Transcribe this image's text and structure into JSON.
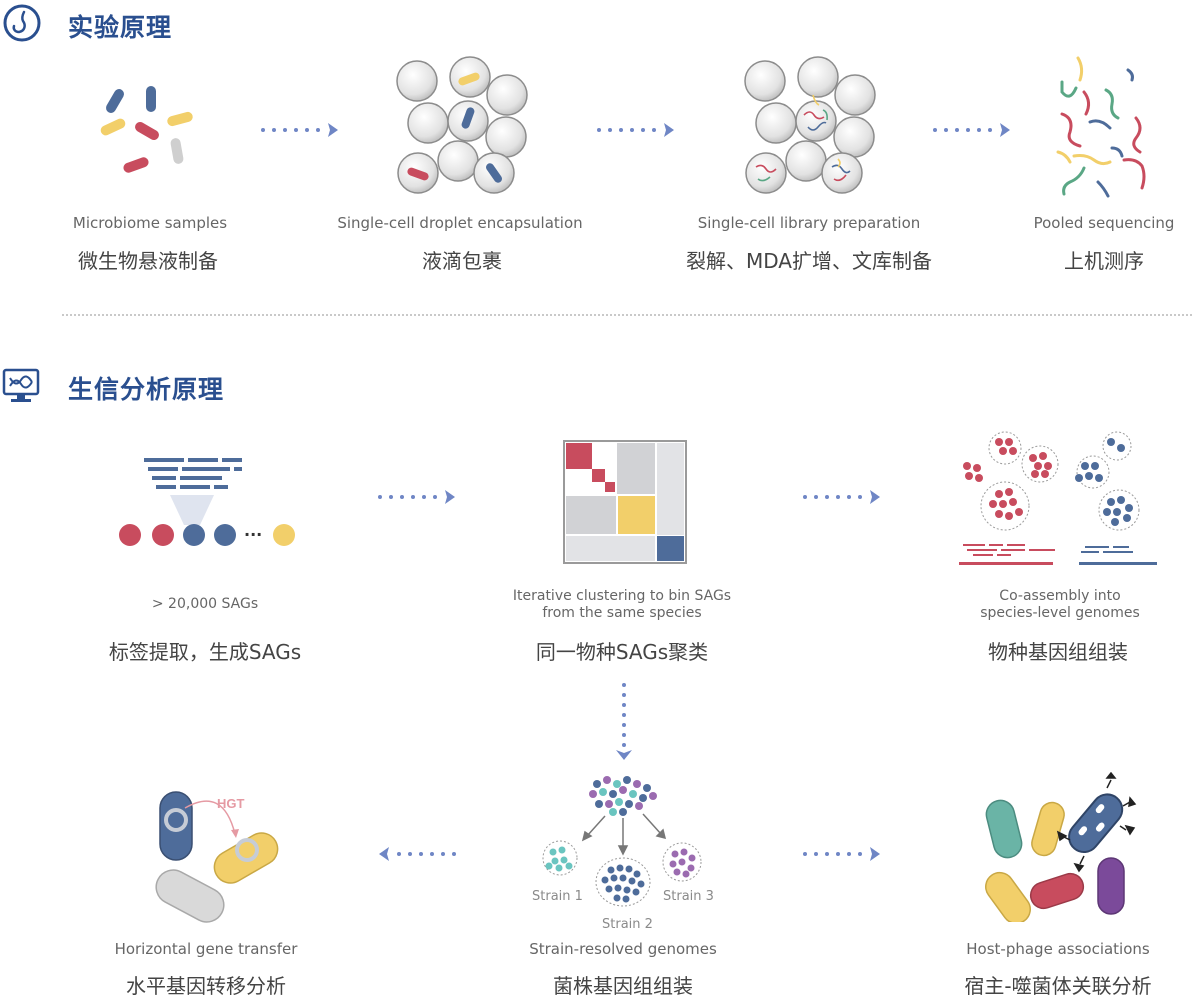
{
  "sections": {
    "experiment_title": "实验原理",
    "bioinfo_title": "生信分析原理"
  },
  "icons": {
    "experiment": "flask-circle-icon",
    "bioinfo": "dna-monitor-icon"
  },
  "colors": {
    "title_blue": "#2a4f8f",
    "arrow_blue": "#6f86c5",
    "red": "#c84c5e",
    "blue": "#4e6c9a",
    "yellow": "#f2cf6a",
    "gray": "#cfcfcf"
  },
  "experiment_steps": [
    {
      "en": "Microbiome samples",
      "zh": "微生物悬液制备"
    },
    {
      "en": "Single-cell droplet encapsulation",
      "zh": "液滴包裹"
    },
    {
      "en": "Single-cell library preparation",
      "zh": "裂解、MDA扩增、文库制备"
    },
    {
      "en": "Pooled sequencing",
      "zh": "上机测序"
    }
  ],
  "bioinfo_steps": [
    {
      "en": "> 20,000 SAGs",
      "zh": "标签提取，生成SAGs"
    },
    {
      "en_line1": "Iterative clustering to bin SAGs",
      "en_line2": "from the same species",
      "zh": "同一物种SAGs聚类"
    },
    {
      "en_line1": "Co-assembly into",
      "en_line2": "species-level genomes",
      "zh": "物种基因组组装"
    },
    {
      "en": "Horizontal gene transfer",
      "zh": "水平基因转移分析"
    },
    {
      "en": "Strain-resolved genomes",
      "zh": "菌株基因组组装"
    },
    {
      "en": "Host-phage associations",
      "zh": "宿主-噬菌体关联分析"
    }
  ],
  "diagram_labels": {
    "hgt": "HGT",
    "ellipsis": "···",
    "strain1": "Strain 1",
    "strain2": "Strain 2",
    "strain3": "Strain 3"
  }
}
